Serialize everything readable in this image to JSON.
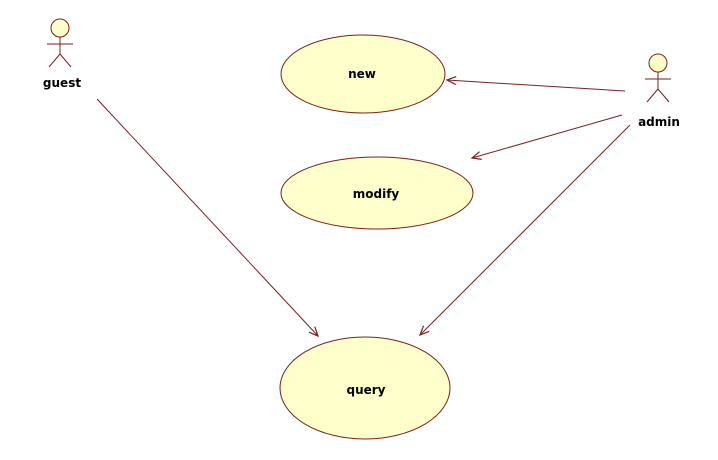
{
  "diagram": {
    "type": "uml-use-case-diagram"
  },
  "colors": {
    "bg": "#ffffff",
    "line": "#7a1f1f",
    "fill": "#ffffcc",
    "text": "#000000"
  },
  "actors": [
    {
      "name": "guest"
    },
    {
      "name": "admin"
    }
  ],
  "use_cases": [
    {
      "label": "new"
    },
    {
      "label": "modify"
    },
    {
      "label": "query"
    }
  ],
  "relationships": [
    {
      "from": "guest",
      "to": "query",
      "style": "open-arrow"
    },
    {
      "from": "admin",
      "to": "new",
      "style": "open-arrow"
    },
    {
      "from": "admin",
      "to": "modify",
      "style": "open-arrow"
    },
    {
      "from": "admin",
      "to": "query",
      "style": "open-arrow"
    }
  ]
}
